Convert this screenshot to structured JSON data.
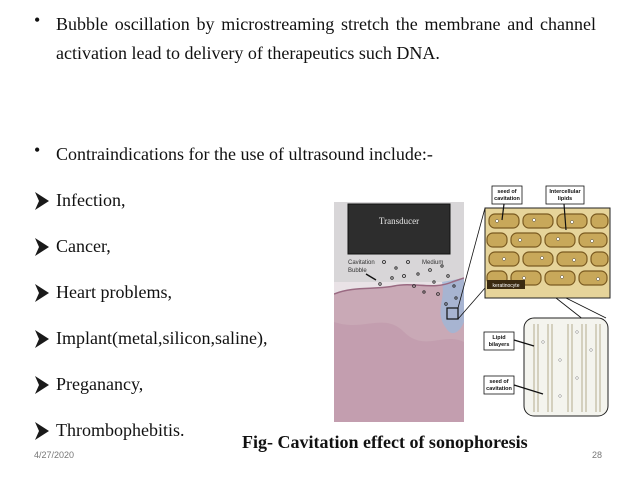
{
  "slide": {
    "bullets": [
      "Bubble oscillation by microstreaming stretch  the membrane and channel activation lead to delivery of therapeutics such DNA.",
      "Contraindications for the use of ultrasound include:-"
    ],
    "bullet_symbol": "•",
    "list_items": [
      "Infection,",
      "Cancer,",
      "Heart problems,",
      "Implant(metal,silicon,saline),",
      "Preganancy,",
      "Thrombophebitis."
    ],
    "caption": "Fig- Cavitation effect of sonophoresis",
    "date": "4/27/2020",
    "page_number": "28"
  },
  "figure": {
    "transducer": "Transducer",
    "cavitation": "Cavitation",
    "bubble": "Bubble",
    "medium": "Medium",
    "seed_of": "seed of",
    "cavitation_small": "cavitation",
    "intercellular": "Intercellular",
    "lipids": "lipids",
    "keratinocyte": "keratinocyte",
    "lipid": "Lipid",
    "bilayers": "bilayers",
    "seed_of_2": "seed of",
    "cavitation_2": "cavitation"
  },
  "colors": {
    "arrow": "#1a1a1a",
    "tissue": "#c9a9b6",
    "cell_fill": "#c8a85a",
    "cell_border": "#7a5a20",
    "label_box": "#3a2a10"
  }
}
